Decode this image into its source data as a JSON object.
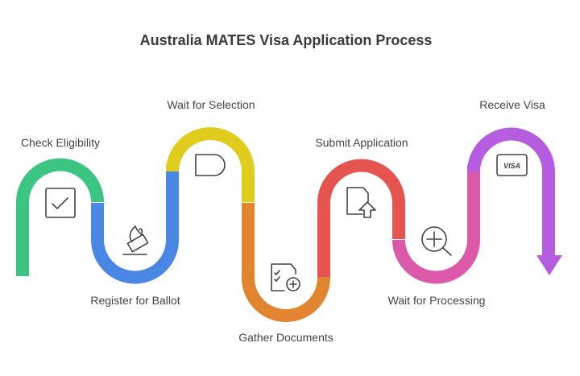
{
  "title": "Australia MATES Visa Application Process",
  "steps": [
    {
      "label": "Check Eligibility",
      "icon": "checkbox-icon",
      "color": "#3cc482"
    },
    {
      "label": "Register for Ballot",
      "icon": "ballot-vote-icon",
      "color": "#4a86e4"
    },
    {
      "label": "Wait for Selection",
      "icon": "delay-gate-icon",
      "color": "#e0cc1c"
    },
    {
      "label": "Gather Documents",
      "icon": "document-checklist-add-icon",
      "color": "#e08430"
    },
    {
      "label": "Submit Application",
      "icon": "document-upload-icon",
      "color": "#e5544f"
    },
    {
      "label": "Wait for Processing",
      "icon": "zoom-in-icon",
      "color": "#dc58a8"
    },
    {
      "label": "Receive Visa",
      "icon": "visa-card-icon",
      "color": "#b55ce0"
    }
  ],
  "visa_card_text": "VISA"
}
